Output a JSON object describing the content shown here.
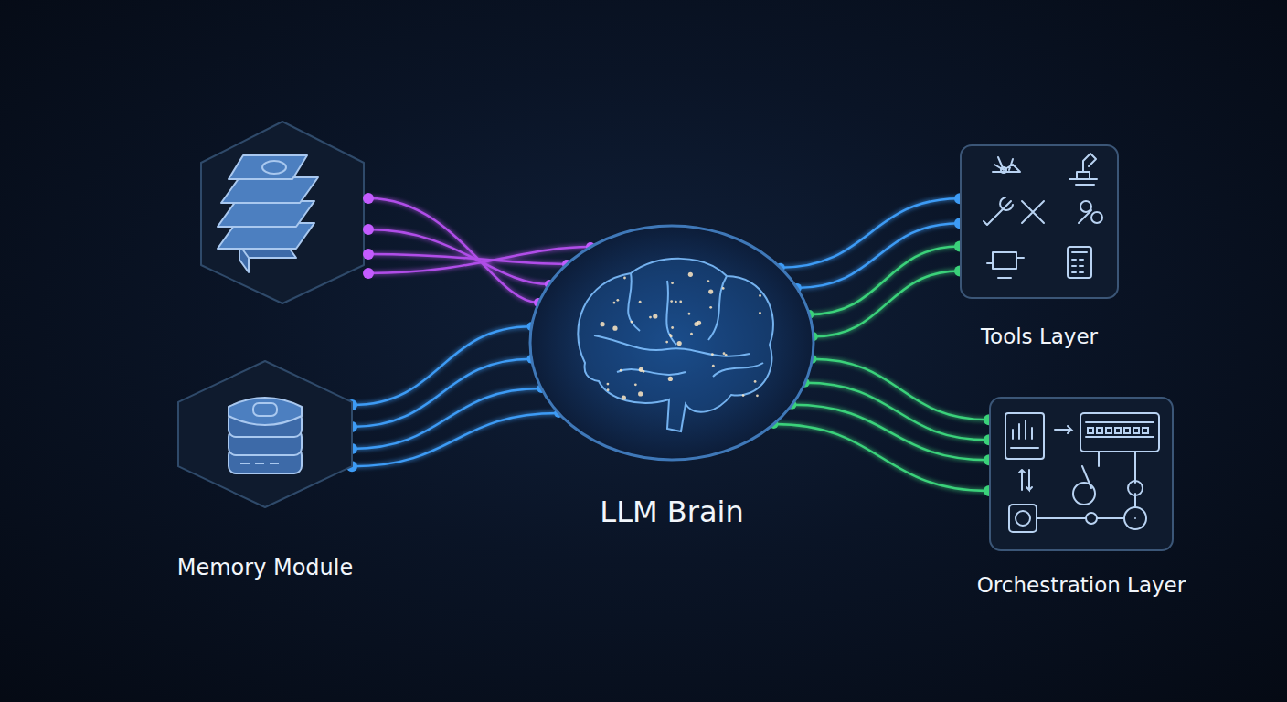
{
  "diagram": {
    "nodes": [
      {
        "text": [
          "Memory Module"
        ]
      },
      {
        "text": [
          "LLM Brain"
        ]
      },
      {
        "text": [
          "Tools Layer"
        ]
      },
      {
        "text": [
          "Orchestration Layer"
        ]
      }
    ],
    "edges": [
      {
        "from": 0,
        "to": 1,
        "arrow": "none"
      },
      {
        "from": 0,
        "to": 1,
        "arrow": "none"
      },
      {
        "from": 0,
        "to": 1,
        "arrow": "none"
      },
      {
        "from": 0,
        "to": 1,
        "arrow": "none"
      },
      {
        "from": 2,
        "to": 1,
        "arrow": "none"
      },
      {
        "from": 2,
        "to": 1,
        "arrow": "none"
      },
      {
        "from": 2,
        "to": 1,
        "arrow": "none"
      },
      {
        "from": 2,
        "to": 1,
        "arrow": "none"
      },
      {
        "from": 3,
        "to": 1,
        "arrow": "none"
      },
      {
        "from": 3,
        "to": 1,
        "arrow": "none"
      },
      {
        "from": 3,
        "to": 1,
        "arrow": "none"
      },
      {
        "from": 3,
        "to": 1,
        "arrow": "none"
      }
    ]
  }
}
